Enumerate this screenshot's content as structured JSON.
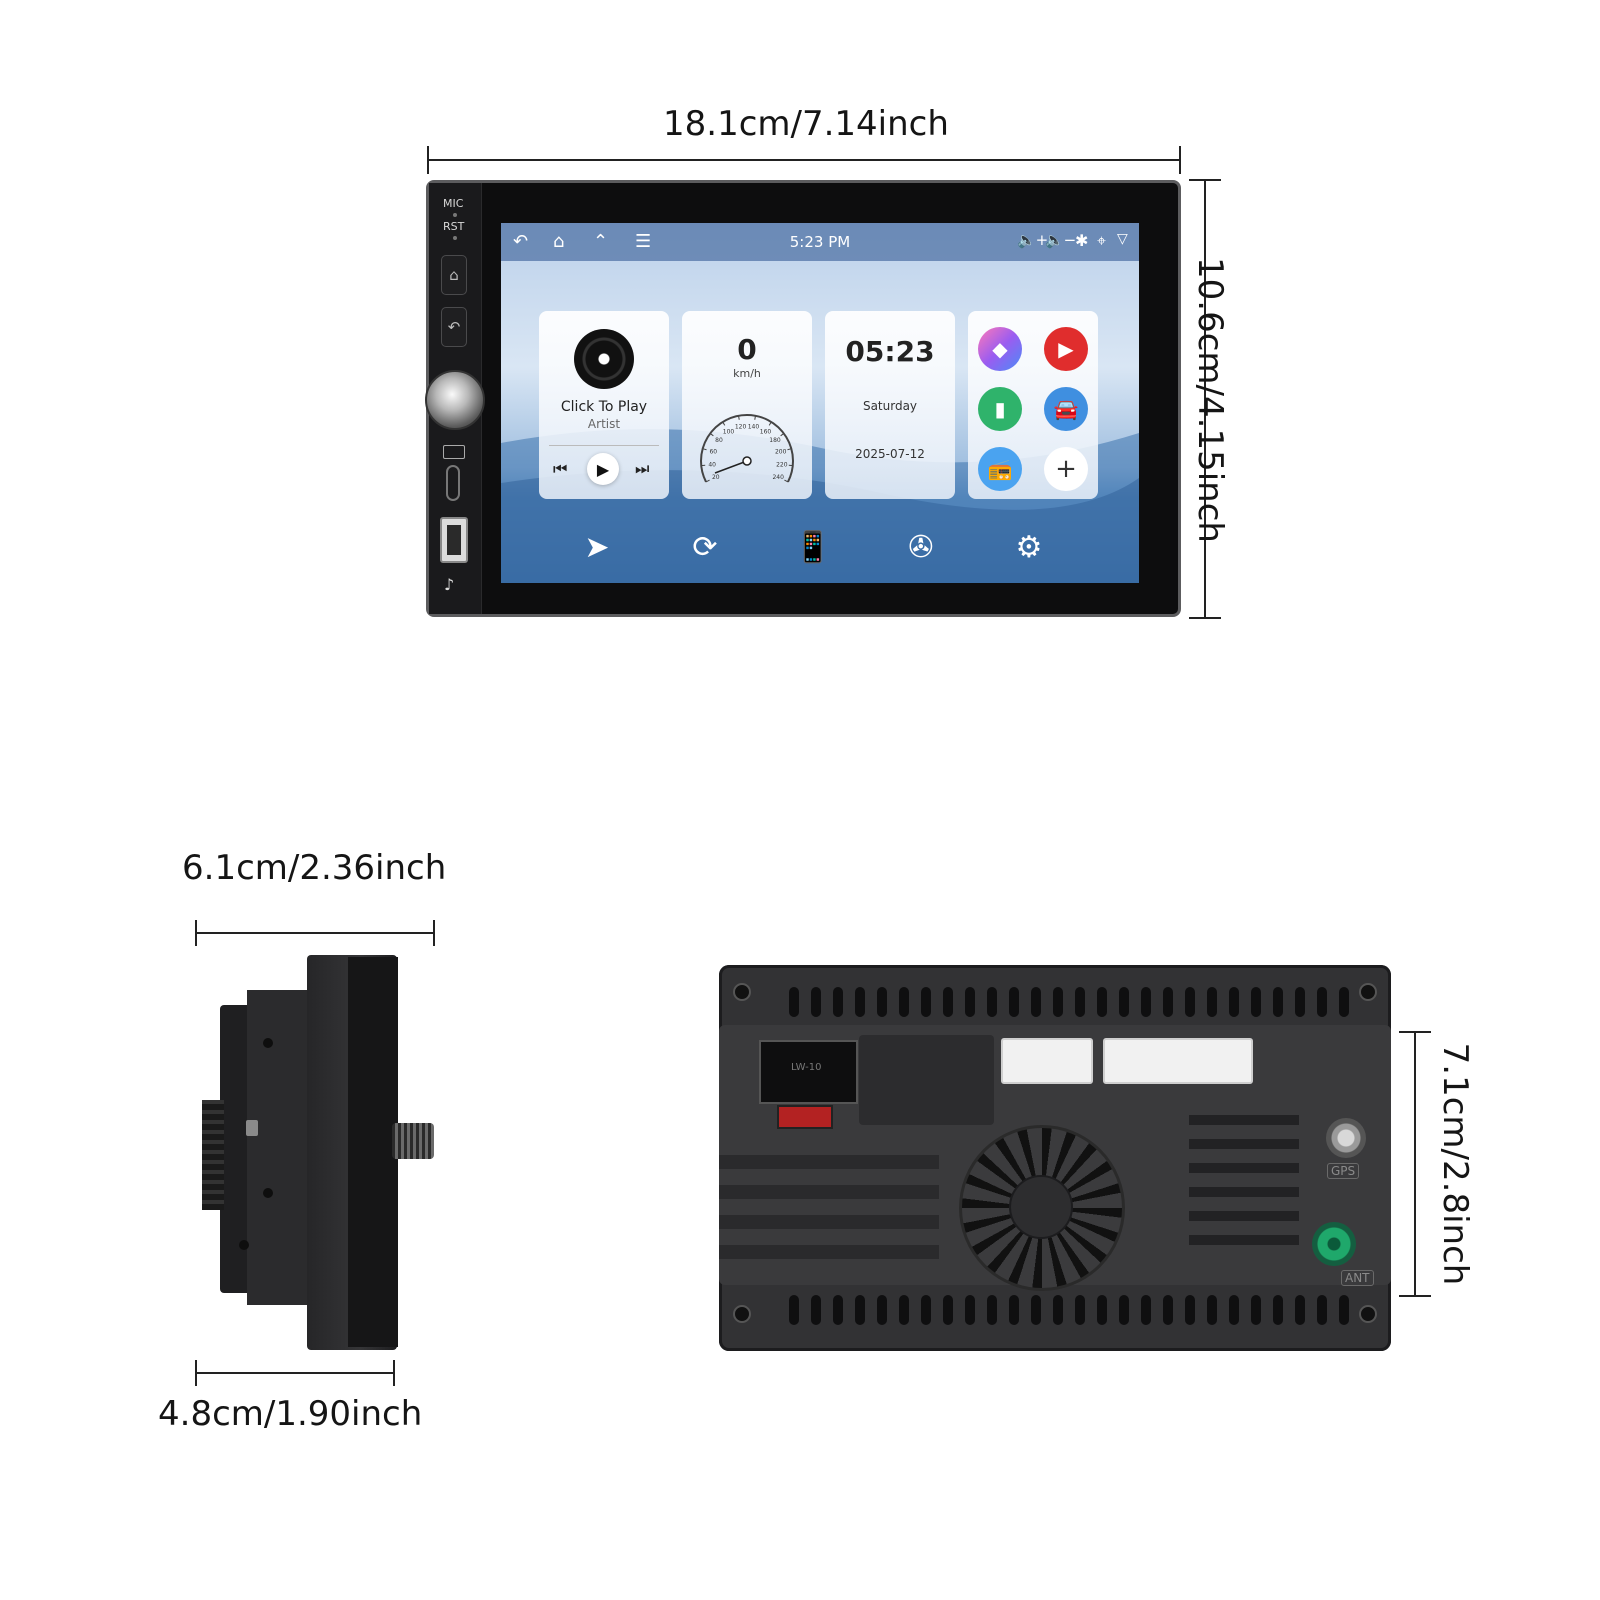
{
  "dimensions": {
    "front_width": "18.1cm/7.14inch",
    "front_height": "10.6cm/4.15inch",
    "side_top_width": "6.1cm/2.36inch",
    "side_bottom_width": "4.8cm/1.90inch",
    "rear_height": "7.1cm/2.8inch"
  },
  "front_panel": {
    "mic_label": "MIC",
    "rst_label": "RST"
  },
  "screen": {
    "status_time": "5:23 PM",
    "music_card": {
      "title": "Click To Play",
      "subtitle": "Artist"
    },
    "speed_card": {
      "value": "0",
      "unit": "km/h",
      "gauge_ticks": [
        "20",
        "40",
        "60",
        "80",
        "100",
        "120",
        "140",
        "160",
        "180",
        "200",
        "220",
        "240"
      ]
    },
    "clock_card": {
      "time": "05:23",
      "day": "Saturday",
      "date": "2025-07-12"
    }
  },
  "rear_panel": {
    "connector_label": "LW-10",
    "gps_label": "GPS",
    "ant_label": "ANT"
  },
  "colors": {
    "youtube_red": "#e02d2d",
    "equalizer_green": "#2fb36b",
    "car_blue": "#3f8fe0",
    "radio_blue": "#4aa3f0",
    "antenna_green": "#1fa86b"
  }
}
